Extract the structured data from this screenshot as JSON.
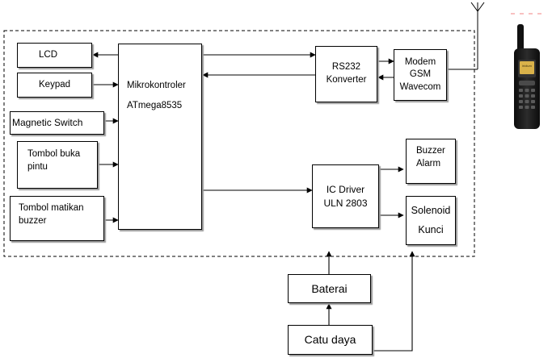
{
  "diagram": {
    "blocks": {
      "lcd": "LCD",
      "keypad": "Keypad",
      "magnetic_switch": "Magnetic Switch",
      "tombol_buka": [
        "Tombol buka",
        "pintu"
      ],
      "tombol_matikan": [
        "Tombol matikan",
        "buzzer"
      ],
      "mikrokontroler": [
        "Mikrokontroler",
        "ATmega8535"
      ],
      "rs232": [
        "RS232",
        "Konverter"
      ],
      "modem": [
        "Modem",
        "GSM",
        "Wavecom"
      ],
      "ic_driver": [
        "IC Driver",
        "ULN 2803"
      ],
      "buzzer": [
        "Buzzer",
        "Alarm"
      ],
      "solenoid": [
        "Solenoid",
        "Kunci"
      ],
      "baterai": "Baterai",
      "catu_daya": "Catu daya"
    },
    "phone_screen_logo": "iridium"
  },
  "colors": {
    "line": "#000000",
    "shadow": "#9a9a9a",
    "phone_body": "#1e1e1e",
    "phone_screen": "#d9b24a",
    "accent_dash": "#f08080"
  },
  "icons": [
    "antenna-icon",
    "satellite-phone-icon"
  ]
}
